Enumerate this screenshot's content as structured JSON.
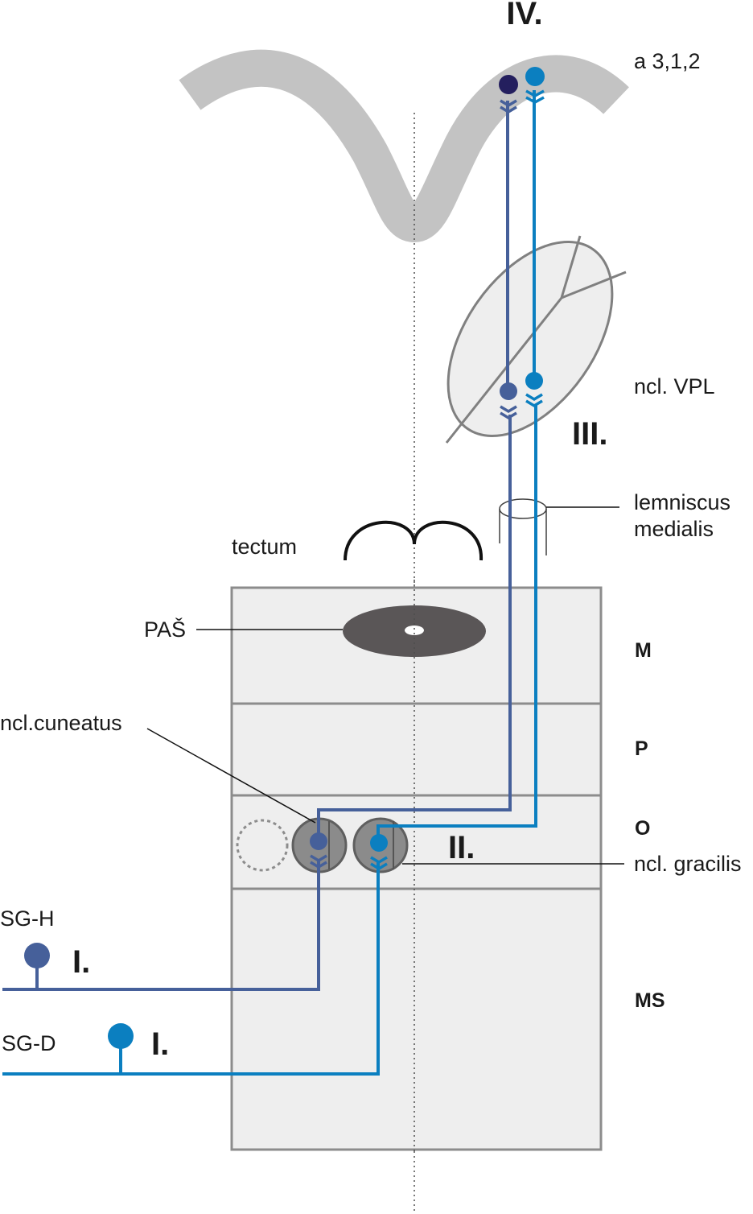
{
  "labels": {
    "stage_iv": "IV.",
    "area": "a 3,1,2",
    "vpl": "ncl. VPL",
    "stage_iii": "III.",
    "lemniscus_1": "lemniscus",
    "lemniscus_2": "medialis",
    "tectum": "tectum",
    "pas": "PAŠ",
    "region_m": "M",
    "region_p": "P",
    "region_o": "O",
    "region_ms": "MS",
    "cuneatus": "ncl.cuneatus",
    "stage_ii": "II.",
    "gracilis": "ncl. gracilis",
    "sgh": "SG-H",
    "sgh_stage": "I.",
    "sgd": "SG-D",
    "sgd_stage": "I."
  },
  "colors": {
    "pathway_h": "#46609a",
    "pathway_d": "#0b7fc0",
    "cortex_neuron_h": "#241f5e",
    "cortex": "#c3c3c3",
    "brainstem_fill": "#eeeeee",
    "brainstem_stroke": "#8c8c8c",
    "pas": "#5a5657",
    "nucleus_fill": "#8b8b8b"
  }
}
